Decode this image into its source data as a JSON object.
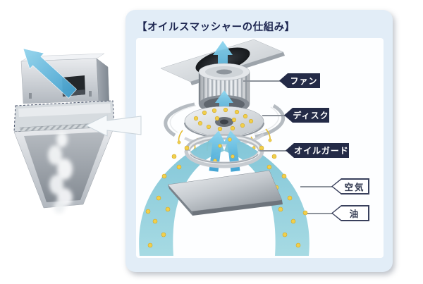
{
  "panel": {
    "title": "【オイルスマッシャーの仕組み】"
  },
  "labels": {
    "fan": "ファン",
    "disk": "ディスク",
    "oil_guard": "オイルガード",
    "air": "空気",
    "oil": "油"
  },
  "colors": {
    "panel_bg": "#e2edf7",
    "inner_bg": "#fdfeff",
    "title_text": "#1c2550",
    "label_dark_bg": "#242b47",
    "label_dark_text": "#ffffff",
    "label_outline_text": "#343b52",
    "air_stream": "#92cfda",
    "flow_arrow": "#55b3dc",
    "oil_droplet": "#f1cf4b",
    "metal": "#c6cbd0"
  }
}
